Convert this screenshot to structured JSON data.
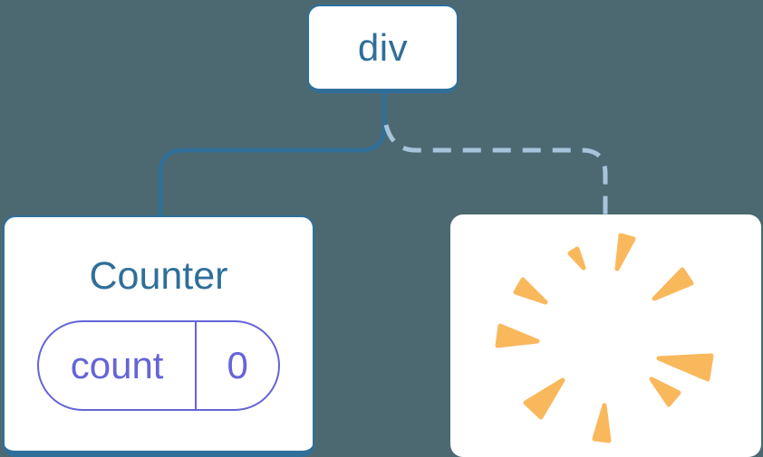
{
  "tree": {
    "root": {
      "label": "div"
    },
    "children": [
      {
        "name": "counter",
        "title": "Counter",
        "state": {
          "key": "count",
          "value": "0"
        }
      },
      {
        "name": "removed-component",
        "icon": "poof-icon"
      }
    ],
    "connections": [
      {
        "from": "div",
        "to": "counter",
        "style": "solid"
      },
      {
        "from": "div",
        "to": "removed-component",
        "style": "dashed"
      }
    ]
  },
  "colors": {
    "background": "#4C6972",
    "card_background": "#FFFFFF",
    "node_border": "#2F6F9A",
    "node_text": "#2F6F9A",
    "connector_solid": "#2F6F9A",
    "connector_dashed": "#A6C4DA",
    "state_accent": "#6564D8",
    "poof": "#FAB85C"
  }
}
